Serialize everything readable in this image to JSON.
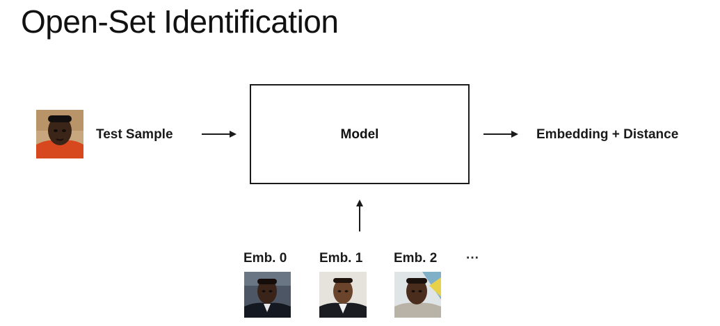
{
  "slide": {
    "title": "Open-Set Identification"
  },
  "diagram": {
    "test_sample_label": "Test Sample",
    "model_label": "Model",
    "output_label": "Embedding + Distance",
    "gallery": [
      {
        "label": "Emb. 0"
      },
      {
        "label": "Emb. 1"
      },
      {
        "label": "Emb. 2"
      }
    ],
    "gallery_more": "···"
  }
}
